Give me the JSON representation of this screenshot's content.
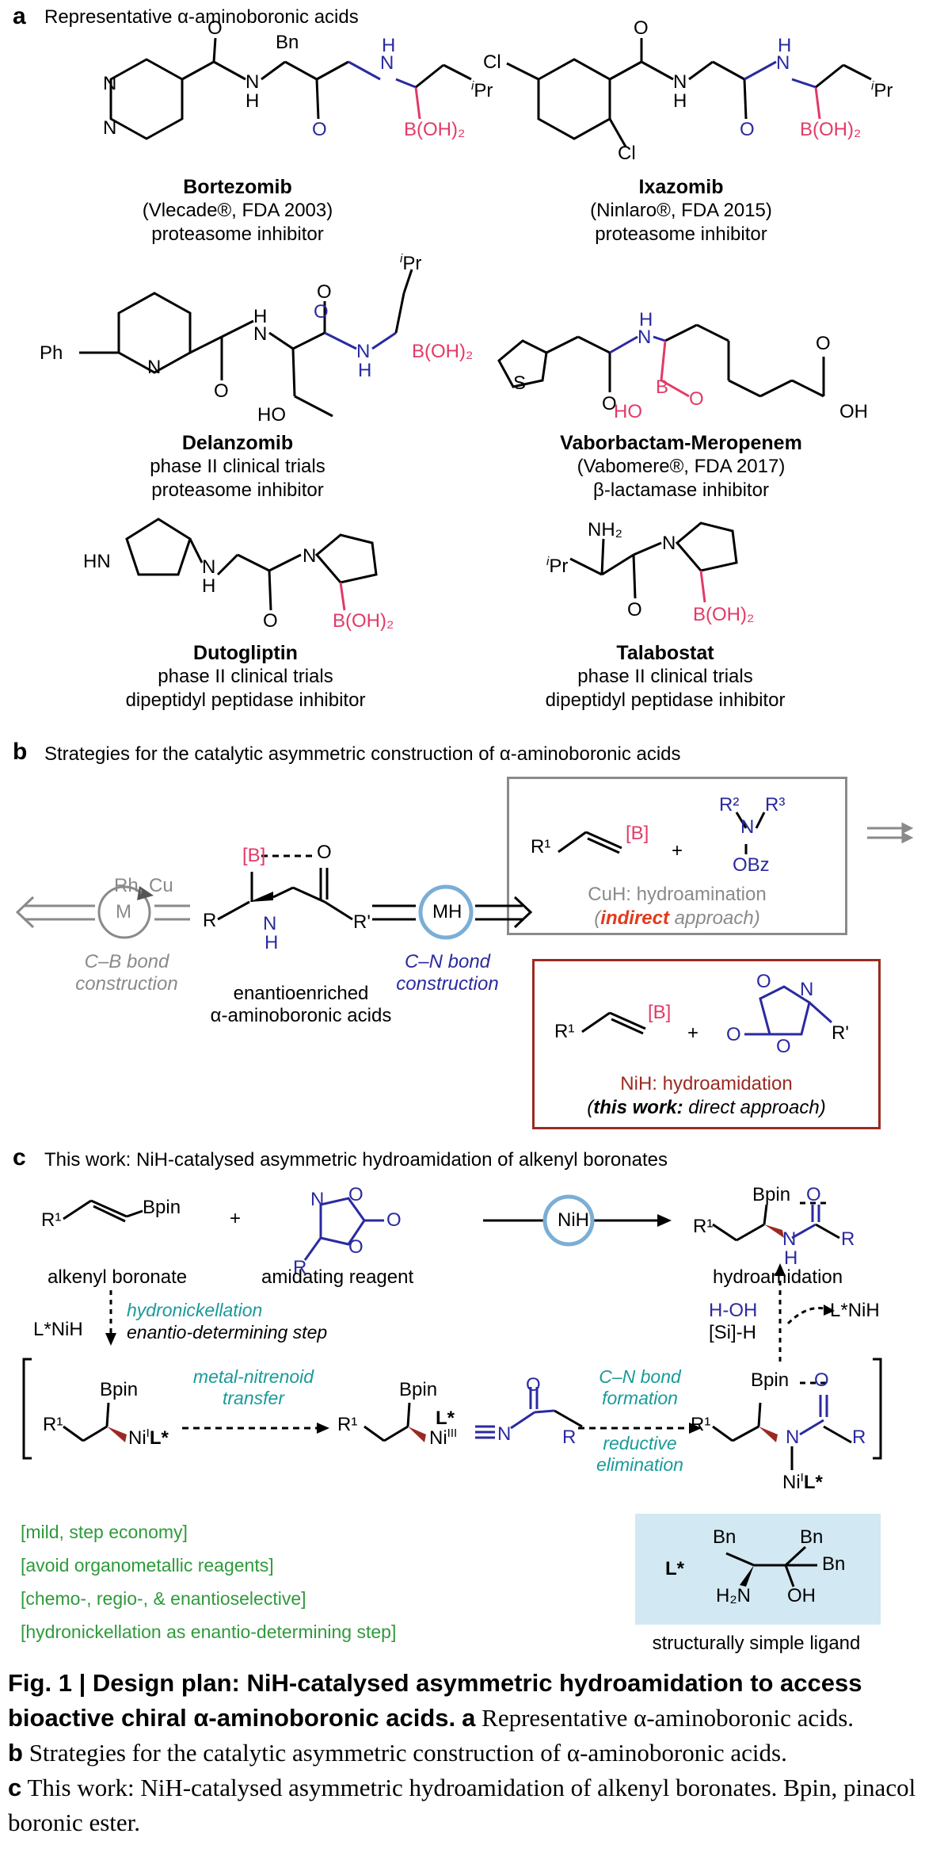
{
  "panel_a": {
    "letter": "a",
    "heading": "Representative α-aminoboronic acids",
    "compounds": [
      {
        "name": "Bortezomib",
        "line1": "(Vlecade®, FDA 2003)",
        "line2": "proteasome inhibitor"
      },
      {
        "name": "Ixazomib",
        "line1": "(Ninlaro®, FDA 2015)",
        "line2": "proteasome inhibitor"
      },
      {
        "name": "Delanzomib",
        "line1": "phase II clinical trials",
        "line2": "proteasome inhibitor"
      },
      {
        "name": "Vaborbactam-Meropenem",
        "line1": "(Vabomere®, FDA 2017)",
        "line2": "β-lactamase inhibitor"
      },
      {
        "name": "Dutogliptin",
        "line1": "phase II clinical trials",
        "line2": "dipeptidyl peptidase inhibitor"
      },
      {
        "name": "Talabostat",
        "line1": "phase II clinical trials",
        "line2": "dipeptidyl peptidase inhibitor"
      }
    ],
    "atoms": {
      "O": "O",
      "N": "N",
      "H": "H",
      "Bn": "Bn",
      "iPr": "Pr",
      "i": "i",
      "BOH2": "B(OH)₂",
      "Cl": "Cl",
      "Ph": "Ph",
      "HO": "HO",
      "S": "S",
      "B": "B",
      "OH": "OH",
      "HN": "HN",
      "NH2": "NH₂"
    }
  },
  "panel_b": {
    "letter": "b",
    "heading": "Strategies for the catalytic asymmetric construction of α-aminoboronic acids",
    "left_metal": "M",
    "left_catalysts": "Rh, Cu",
    "left_label_1": "C–B bond",
    "left_label_2": "construction",
    "center_B": "[B]",
    "center_label_1": "enantioenriched",
    "center_label_2": "α-aminoboronic acids",
    "center_R": "R",
    "center_Rp": "R'",
    "right_metal": "MH",
    "right_label_1": "C–N bond",
    "right_label_2": "construction",
    "cuh_label": "CuH: hydroamination",
    "cuh_sub_1": "(",
    "cuh_sub_indirect": "indirect",
    "cuh_sub_2": " approach)",
    "nih_label": "NiH: hydroamidation",
    "nih_sub_1": "(",
    "nih_sub_thiswork": "this work:",
    "nih_sub_2": " direct approach)",
    "plus": "+",
    "R1": "R¹",
    "R2": "R²",
    "R3": "R³",
    "OBz": "OBz"
  },
  "panel_c": {
    "letter": "c",
    "heading": "This work: NiH-catalysed asymmetric hydroamidation of alkenyl boronates",
    "bpin": "Bpin",
    "alkenyl_label": "alkenyl boronate",
    "reagent_label": "amidating reagent",
    "product_label": "hydroamidation",
    "catalyst": "NiH",
    "hydronickellation": "hydronickellation",
    "enantio_step": "enantio-determining step",
    "LNiH": "L*NiH",
    "HOH": "H-OH",
    "SiH": "[Si]-H",
    "LNiH_out": "L*NiH",
    "nitrenoid_1": "metal-nitrenoid",
    "nitrenoid_2": "transfer",
    "cn_1": "C–N bond",
    "cn_2": "formation",
    "red_1": "reductive",
    "red_2": "elimination",
    "Lstar": "L*",
    "NiI": "Ni",
    "NiIII": "Ni",
    "I_sup": "I",
    "III_sup": "III",
    "features": [
      "[mild, step economy]",
      "[avoid organometallic reagents]",
      "[chemo-, regio-, & enantioselective]",
      "[hydronickellation as enantio-determining step]"
    ],
    "ligand_caption": "structurally simple ligand",
    "ligand_Bn": "Bn",
    "ligand_H2N": "H₂N",
    "ligand_OH": "OH"
  },
  "caption": {
    "fig": "Fig. 1 | Design plan: NiH-catalysed asymmetric hydroamidation to access bioactive chiral α-aminoboronic acids.",
    "a_letter": "a",
    "a_text": " Representative α-aminoboronic acids.",
    "b_letter": "b",
    "b_text": " Strategies for the catalytic asymmetric construction of α-aminoboronic acids.",
    "c_letter": "c",
    "c_text": " This work: NiH-catalysed asymmetric hydroamidation of alkenyl boronates. Bpin, pinacol boronic ester."
  },
  "colors": {
    "blue": "#2a2aa0",
    "pink": "#e23a66",
    "green": "#2e9a3a",
    "teal": "#1a9a9a",
    "darkred": "#9b2a22",
    "ligand_bg": "#d2e8f2",
    "grey": "#8a8a8a"
  }
}
